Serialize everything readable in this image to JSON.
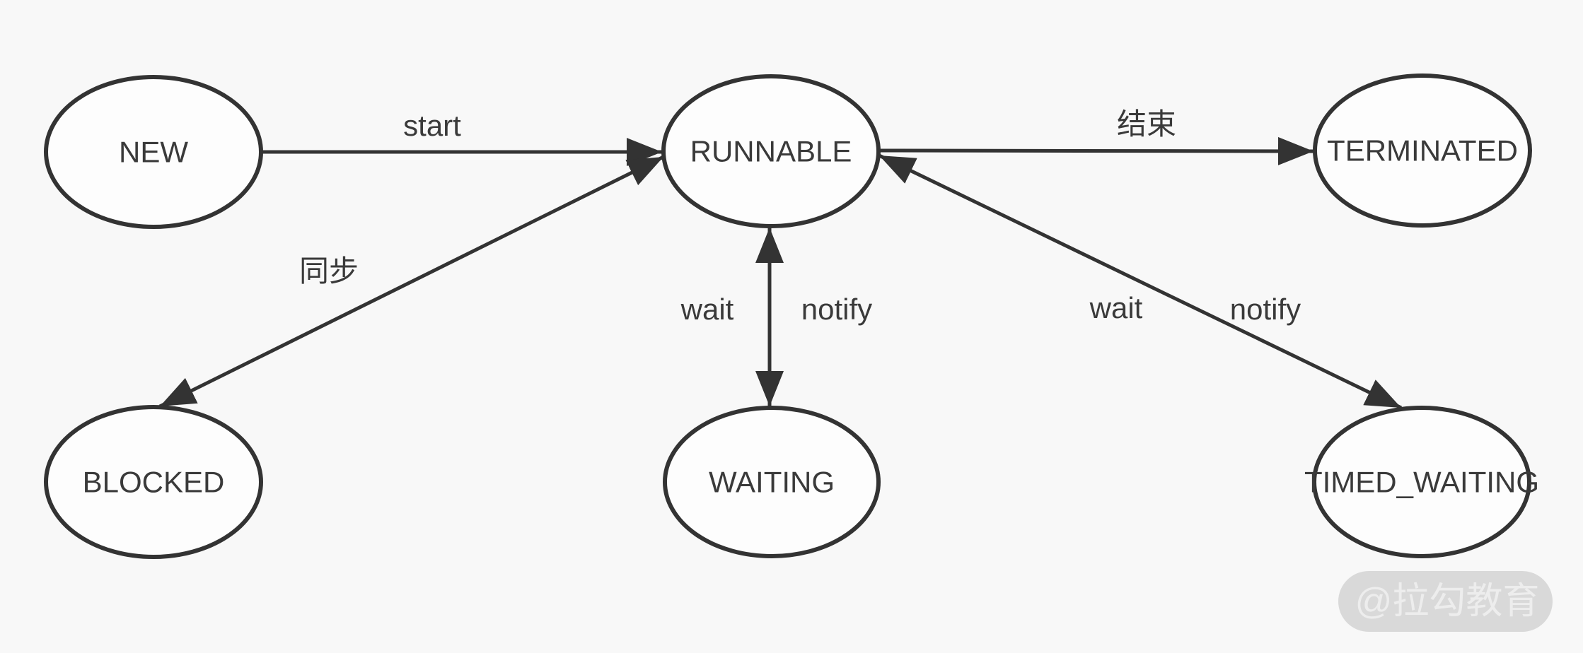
{
  "nodes": {
    "new": {
      "label": "NEW"
    },
    "runnable": {
      "label": "RUNNABLE"
    },
    "terminated": {
      "label": "TERMINATED"
    },
    "blocked": {
      "label": "BLOCKED"
    },
    "waiting": {
      "label": "WAITING"
    },
    "timed_waiting": {
      "label": "TIMED_WAITING"
    }
  },
  "edges": {
    "start": {
      "from": "NEW",
      "to": "RUNNABLE",
      "label": "start",
      "direction": "one-way"
    },
    "finish": {
      "from": "RUNNABLE",
      "to": "TERMINATED",
      "label": "结束",
      "direction": "one-way"
    },
    "sync": {
      "from": "RUNNABLE",
      "to": "BLOCKED",
      "label": "同步",
      "direction": "two-way"
    },
    "runnable_waiting": {
      "from": "RUNNABLE",
      "to": "WAITING",
      "wait_label": "wait",
      "notify_label": "notify",
      "direction": "two-way"
    },
    "runnable_timed_waiting": {
      "from": "RUNNABLE",
      "to": "TIMED_WAITING",
      "wait_label": "wait",
      "notify_label": "notify",
      "direction": "two-way"
    }
  },
  "watermark": {
    "label": "@拉勾教育"
  },
  "colors": {
    "background": "#f8f8f8",
    "node_fill": "#fdfdfd",
    "stroke": "#333333",
    "text": "#3a3a3a",
    "watermark_bg": "#d9d9d9",
    "watermark_text": "#ededed"
  }
}
